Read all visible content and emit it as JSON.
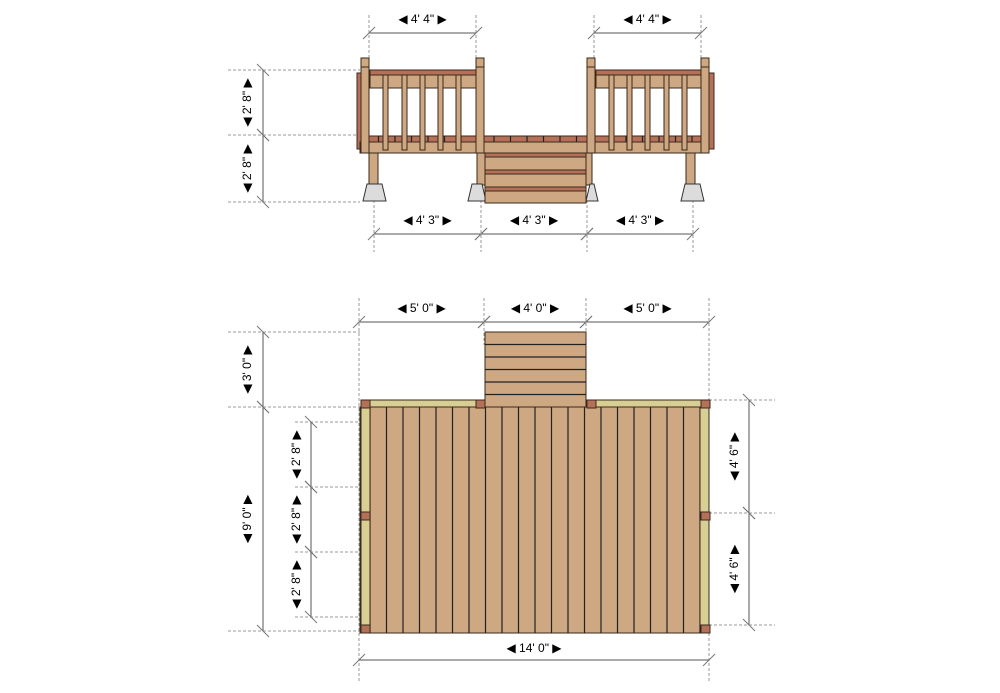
{
  "elevation": {
    "top_dims": [
      "◀ 4' 4\" ▶",
      "◀ 4' 4\" ▶"
    ],
    "bottom_dims": [
      "◀ 4' 3\" ▶",
      "◀ 4' 3\" ▶",
      "◀ 4' 3\" ▶"
    ],
    "left_dims": [
      "◀ 2' 8\" ▶",
      "◀ 2' 8\" ▶"
    ]
  },
  "plan": {
    "top_dims": [
      "◀ 5' 0\" ▶",
      "◀ 4' 0\" ▶",
      "◀ 5' 0\" ▶"
    ],
    "left_outer_dims": [
      "◀ 3' 0\" ▶",
      "◀ 9' 0\" ▶"
    ],
    "left_inner_dims": [
      "◀ 2' 8\" ▶",
      "◀ 2' 8\" ▶",
      "◀ 2' 8\" ▶"
    ],
    "right_dims": [
      "◀ 4' 6\" ▶",
      "◀ 4' 6\" ▶"
    ],
    "bottom_dim": "◀ 14' 0\" ▶"
  },
  "colors": {
    "wood": "#cda882",
    "trim": "#b5705a",
    "rail": "#d8cf95",
    "footing": "#dcdcdc"
  }
}
